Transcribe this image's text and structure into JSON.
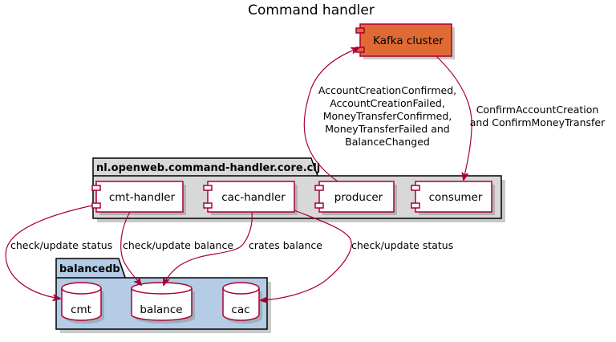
{
  "diagram": {
    "title": "Command handler",
    "colors": {
      "border": "#A80036",
      "component_fill": "#FEFEFE",
      "kafka_fill": "#E06A33",
      "core_package_fill": "#D8D8D8",
      "db_package_fill": "#B4CCE6"
    },
    "kafka": {
      "label": "Kafka cluster"
    },
    "core_package": {
      "name": "nl.openweb.command-handler.core.clj",
      "components": [
        {
          "label": "cmt-handler"
        },
        {
          "label": "cac-handler"
        },
        {
          "label": "producer"
        },
        {
          "label": "consumer"
        }
      ]
    },
    "db_package": {
      "name": "balancedb",
      "databases": [
        {
          "label": "cmt"
        },
        {
          "label": "balance"
        },
        {
          "label": "cac"
        }
      ]
    },
    "edges": {
      "producer_to_kafka": [
        "AccountCreationConfirmed,",
        "AccountCreationFailed,",
        "MoneyTransferConfirmed,",
        "MoneyTransferFailed and",
        "BalanceChanged"
      ],
      "kafka_to_consumer": [
        "ConfirmAccountCreation",
        "and ConfirmMoneyTransfer"
      ],
      "cmt_to_cmtdb": "check/update status",
      "cmt_to_balance": "check/update balance",
      "cac_to_balance": "crates balance",
      "cac_to_cacdb": "check/update status"
    }
  }
}
